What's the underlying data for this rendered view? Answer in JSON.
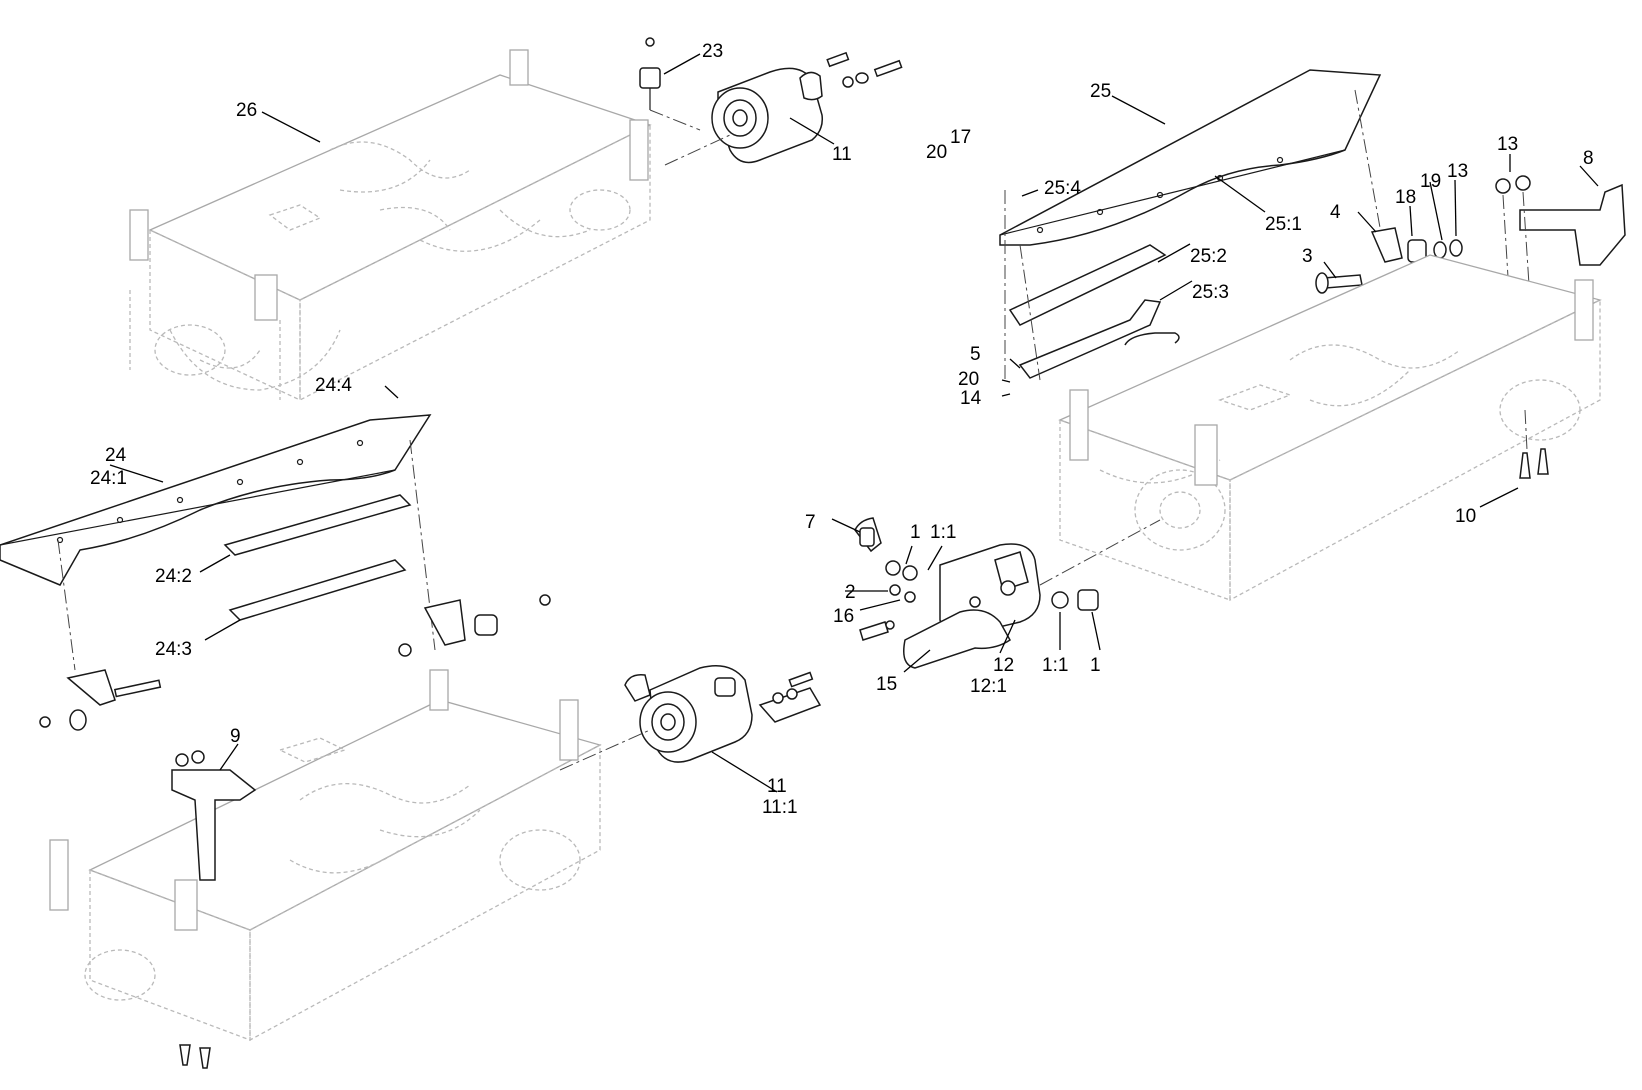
{
  "callouts": {
    "c1a": "1",
    "c1b": "1",
    "c1_1a": "1:1",
    "c1_1b": "1:1",
    "c2": "2",
    "c3": "3",
    "c4": "4",
    "c5": "5",
    "c7": "7",
    "c8": "8",
    "c9": "9",
    "c10": "10",
    "c11a": "11",
    "c11b": "11",
    "c11_1": "11:1",
    "c12": "12",
    "c12_1": "12:1",
    "c13a": "13",
    "c13b": "13",
    "c14": "14",
    "c15": "15",
    "c16": "16",
    "c17": "17",
    "c18": "18",
    "c19": "19",
    "c20a": "20",
    "c20b": "20",
    "c23": "23",
    "c24": "24",
    "c24_1": "24:1",
    "c24_2": "24:2",
    "c24_3": "24:3",
    "c24_4": "24:4",
    "c25": "25",
    "c25_1": "25:1",
    "c25_2": "25:2",
    "c25_3": "25:3",
    "c25_4": "25:4",
    "c26": "26"
  }
}
